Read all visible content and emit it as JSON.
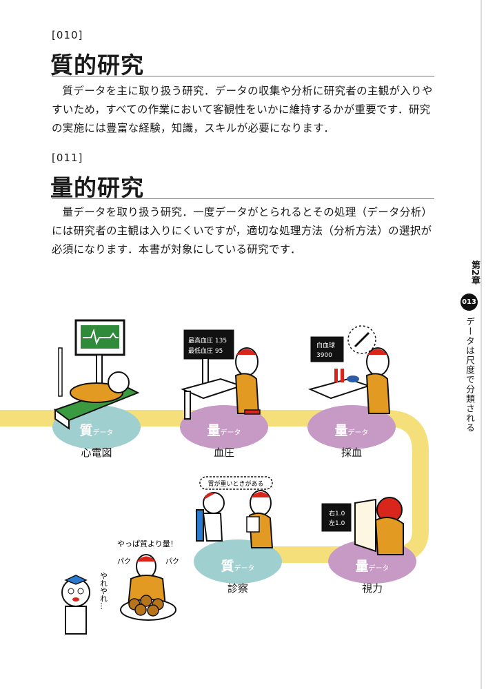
{
  "sections": [
    {
      "number": "[010]",
      "title": "質的研究",
      "body": "質データを主に取り扱う研究．データの収集や分析に研究者の主観が入りやすいため，すべての作業において客観性をいかに維持するかが重要です．研究の実施には豊富な経験，知識，スキルが必要になります．"
    },
    {
      "number": "[011]",
      "title": "量的研究",
      "body": "量データを取り扱う研究．一度データがとられるとその処理（データ分析）には研究者の主観は入りにくいですが，適切な処理方法（分析方法）の選択が必須になります．本書が対象にしている研究です．"
    }
  ],
  "side": {
    "chapter": "第2章",
    "page": "013",
    "title": "データは尺度で分類される"
  },
  "illustration": {
    "stations": [
      {
        "type_kanji": "質",
        "type_suffix": "データ",
        "caption": "心電図",
        "kind": "qualitative"
      },
      {
        "type_kanji": "量",
        "type_suffix": "データ",
        "caption": "血圧",
        "kind": "quantitative",
        "screen": [
          "最高血圧 135",
          "最低血圧  95"
        ]
      },
      {
        "type_kanji": "量",
        "type_suffix": "データ",
        "caption": "採血",
        "kind": "quantitative",
        "screen": [
          "白血球",
          "3900"
        ]
      },
      {
        "type_kanji": "質",
        "type_suffix": "データ",
        "caption": "診察",
        "kind": "qualitative",
        "speech": "胃が重いときがある"
      },
      {
        "type_kanji": "量",
        "type_suffix": "データ",
        "caption": "視力",
        "kind": "quantitative",
        "screen": [
          "右1.0",
          "左1.0"
        ]
      }
    ],
    "eater_speech": "やっぱ質より量！",
    "sfx": "パク",
    "professor_speech": "やれやれ…",
    "colors": {
      "road": "#f5df7a",
      "qualitative": "#9fcfcf",
      "quantitative": "#c79ac6",
      "skin": "#e39a22",
      "hair": "#d9261c"
    }
  }
}
